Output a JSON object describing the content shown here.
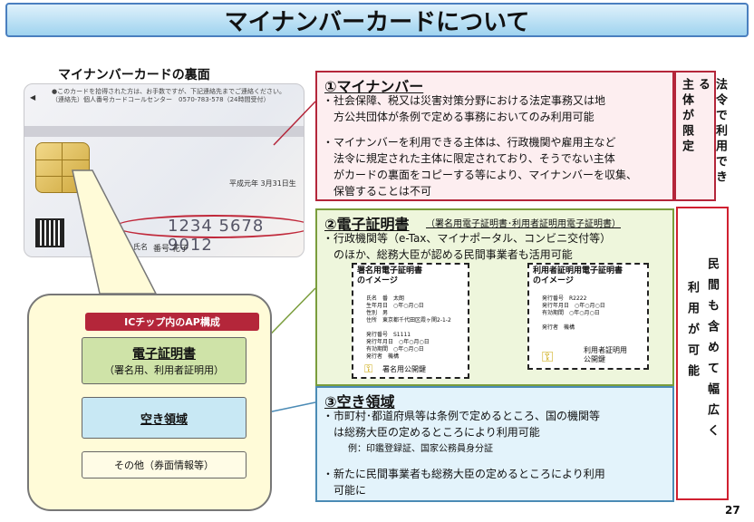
{
  "title": "マイナンバーカードについて",
  "card_label": "マイナンバーカードの裏面",
  "card": {
    "notice": "●このカードを拾得された方は、お手数ですが、下記連絡先までご連絡ください。\n（連絡先）個人番号カードコールセンター　0570-783-578（24時間受付）",
    "number": "1234 5678 9012",
    "name_label": "氏名",
    "name_value": "番号 花子",
    "date": "平成元年 3月31日生"
  },
  "ic": {
    "header": "ICチップ内のAP構成",
    "cert_title": "電子証明書",
    "cert_sub": "（署名用、利用者証明用）",
    "free_area": "空き領域",
    "other": "その他（券面情報等）"
  },
  "s1": {
    "heading": "①マイナンバー",
    "text1": "・社会保障、税又は災害対策分野における法定事務又は地\n　方公共団体が条例で定める事務においてのみ利用可能",
    "text2": "・マイナンバーを利用できる主体は、行政機関や雇用主など\n　法令に規定された主体に限定されており、そうでない主体\n　がカードの裏面をコピーする等により、マイナンバーを収集、\n　保管することは不可",
    "side_a": "法令で利用できる",
    "side_b": "主体が限定"
  },
  "s2": {
    "heading": "②電子証明書",
    "heading_sub": "（署名用電子証明書･利用者証明用電子証明書）",
    "text": "・行政機関等（e-Tax、マイナポータル、コンビニ交付等）\n　のほか、総務大臣が認める民間事業者も活用可能",
    "sign_title": "署名用電子証明書\nのイメージ",
    "sign_rows": "氏名　番　太朗\n生年月日　○年○月○日\n性別　男\n住所　東京都千代田区霞ヶ関2-1-2\n\n発行番号　S1111\n発行年月日　○年○月○日\n有効期間　○年○月○日\n発行者　機構",
    "sign_key": "署名用公開鍵",
    "user_title": "利用者証明用電子証明書\nのイメージ",
    "user_rows": "発行番号　R2222\n発行年月日　○年○月○日\n有効期間　○年○月○日\n\n発行者　機構",
    "user_key": "利用者証明用\n公開鍵"
  },
  "s3": {
    "heading": "③空き領域",
    "text1": "・市町村･都道府県等は条例で定めるところ、国の機関等\n　は総務大臣の定めるところにより利用可能",
    "example": "例：印鑑登録証、国家公務員身分証",
    "text2": "・新たに民間事業者も総務大臣の定めるところにより利用\n　可能に"
  },
  "side_right_a": "民間も含めて幅広く",
  "side_right_b": "利用が可能",
  "page_number": "27"
}
